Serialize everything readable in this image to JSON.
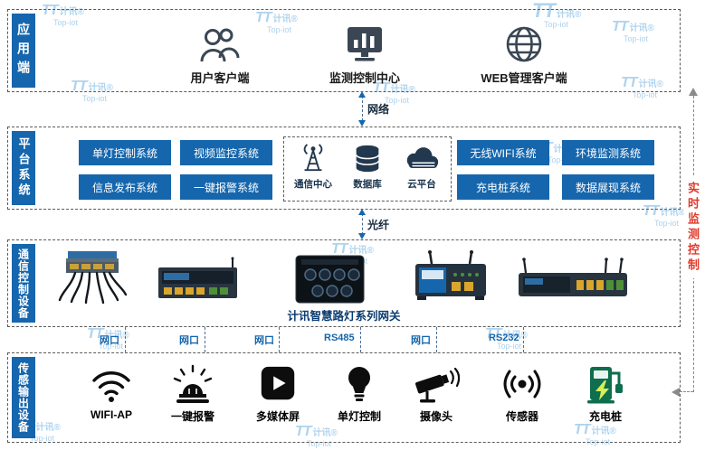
{
  "colors": {
    "accent_blue": "#1566ad",
    "icon_dark": "#3a4654",
    "navy": "#22384e",
    "alert_red": "#e03a2a",
    "watermark_blue": "#aed3ee",
    "charging_green": "#0e6e4e"
  },
  "watermark": {
    "tt": "TT",
    "name": "计讯®",
    "sub": "Top-iot"
  },
  "application": {
    "label": "应用端",
    "items": [
      {
        "label": "用户客户端",
        "icon": "users-icon"
      },
      {
        "label": "监测控制中心",
        "icon": "monitor-chart-icon"
      },
      {
        "label": "WEB管理客户端",
        "icon": "globe-icon"
      }
    ]
  },
  "platform": {
    "label": "平台系统",
    "left_systems": [
      "单灯控制系统",
      "视频监控系统",
      "信息发布系统",
      "一键报警系统"
    ],
    "center_items": [
      {
        "label": "通信中心",
        "icon": "antenna-icon"
      },
      {
        "label": "数据库",
        "icon": "database-icon"
      },
      {
        "label": "云平台",
        "icon": "cloud-icon"
      }
    ],
    "right_systems": [
      "无线WIFI系统",
      "环境监测系统",
      "充电桩系统",
      "数据展现系统"
    ]
  },
  "gateway": {
    "label": "通信控制设备",
    "caption": "计讯智慧路灯系列网关"
  },
  "sensors": {
    "label": "传感输出设备",
    "items": [
      {
        "label": "WIFI-AP",
        "icon": "wifi-icon"
      },
      {
        "label": "一键报警",
        "icon": "alarm-beacon-icon"
      },
      {
        "label": "多媒体屏",
        "icon": "media-screen-icon"
      },
      {
        "label": "单灯控制",
        "icon": "light-bulb-icon"
      },
      {
        "label": "摄像头",
        "icon": "camera-icon"
      },
      {
        "label": "传感器",
        "icon": "sensor-icon"
      },
      {
        "label": "充电桩",
        "icon": "charging-pile-icon"
      }
    ]
  },
  "connectors": {
    "network": "网络",
    "fiber": "光纤",
    "ports": [
      "网口",
      "网口",
      "网口",
      "RS485",
      "网口",
      "RS232"
    ]
  },
  "side": {
    "label": "实时监测控制"
  }
}
